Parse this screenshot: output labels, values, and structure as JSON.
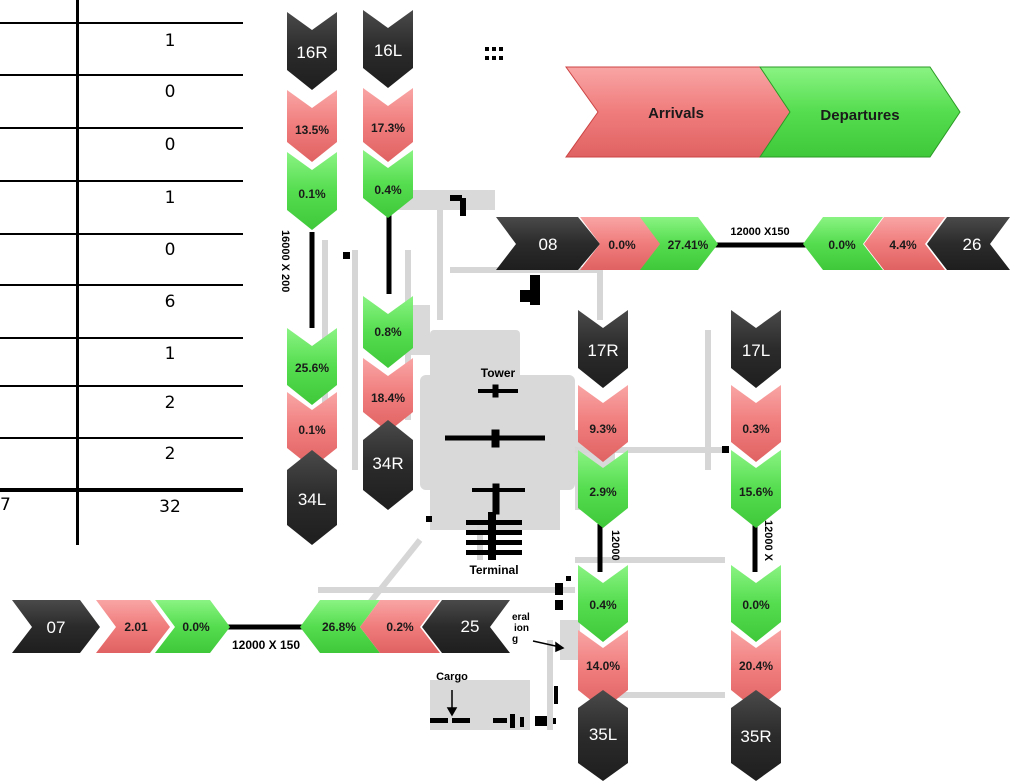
{
  "table": {
    "values": [
      "1",
      "0",
      "0",
      "1",
      "0",
      "6",
      "1",
      "2",
      "2"
    ],
    "total": "32",
    "left_fragment": "7"
  },
  "legend": {
    "arrivals": "Arrivals",
    "departures": "Departures"
  },
  "colors": {
    "arrival": "#f08585",
    "departure": "#59e055",
    "runway_end": "#2b2b2b",
    "building": "#d8d8d8"
  },
  "runways": {
    "r16R34L": {
      "end_a": "16R",
      "end_b": "34L",
      "a_arr": "13.5%",
      "a_dep": "0.1%",
      "b_dep": "25.6%",
      "b_arr": "0.1%",
      "dims": "16000 X 200"
    },
    "r16L34R": {
      "end_a": "16L",
      "end_b": "34R",
      "a_arr": "17.3%",
      "a_dep": "0.4%",
      "b_dep": "0.8%",
      "b_arr": "18.4%"
    },
    "r0826": {
      "end_a": "08",
      "end_b": "26",
      "a_arr": "0.0%",
      "a_dep": "27.41%",
      "b_dep": "0.0%",
      "b_arr": "4.4%",
      "dims": "12000 X150"
    },
    "r17R35L": {
      "end_a": "17R",
      "end_b": "35L",
      "a_arr": "9.3%",
      "a_dep": "2.9%",
      "b_dep": "0.4%",
      "b_arr": "14.0%",
      "dims": "12000"
    },
    "r17L35R": {
      "end_a": "17L",
      "end_b": "35R",
      "a_arr": "0.3%",
      "a_dep": "15.6%",
      "b_dep": "0.0%",
      "b_arr": "20.4%",
      "dims": "12000 X"
    },
    "r0725": {
      "end_a": "07",
      "end_b": "25",
      "a_arr": "2.01",
      "a_dep": "0.0%",
      "b_dep": "26.8%",
      "b_arr": "0.2%",
      "dims": "12000 X 150"
    }
  },
  "labels": {
    "tower": "Tower",
    "terminal": "Terminal",
    "cargo": "Cargo",
    "general_aviation": [
      "eral",
      "ion",
      "g"
    ]
  }
}
